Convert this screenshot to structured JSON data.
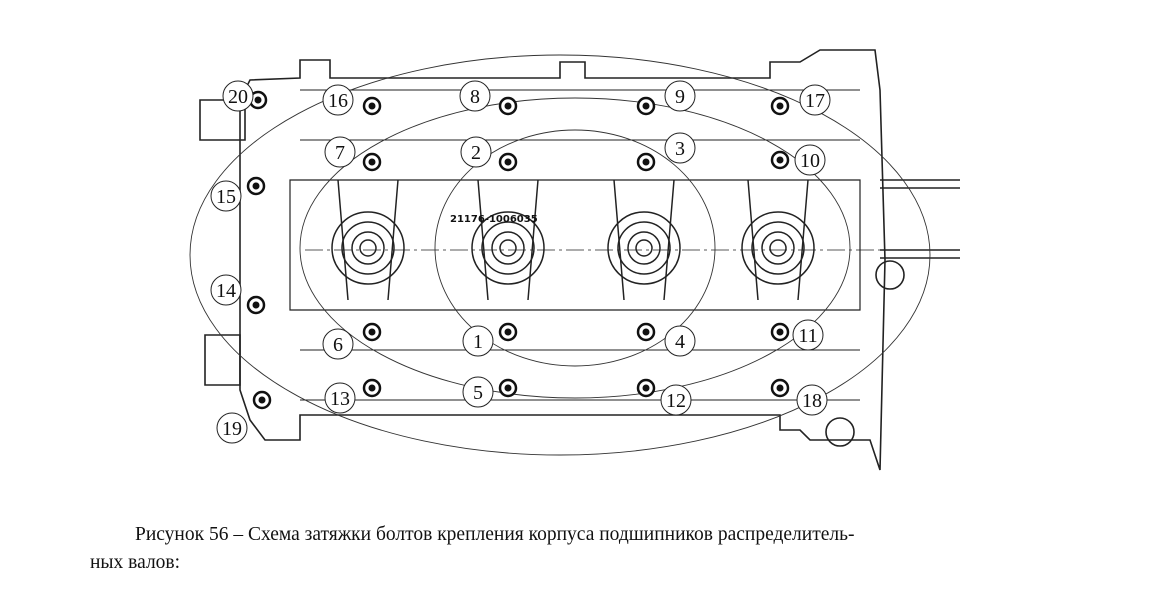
{
  "figure": {
    "part_number": "21176-1006035",
    "bolt_labels": [
      "20",
      "16",
      "8",
      "9",
      "17",
      "7",
      "2",
      "3",
      "10",
      "15",
      "14",
      "6",
      "1",
      "4",
      "11",
      "13",
      "5",
      "12",
      "18",
      "19"
    ]
  },
  "caption": {
    "line1": "Рисунок 56 – Схема затяжки болтов крепления корпуса подшипников распределитель-",
    "line2": "ных валов:"
  }
}
